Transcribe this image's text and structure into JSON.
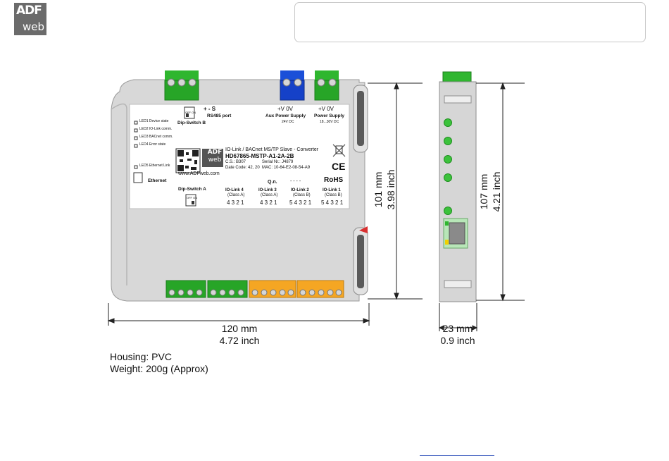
{
  "logo": {
    "top": "ADF",
    "bottom": "web"
  },
  "label": {
    "product_line": "IO-Link / BACnet MS/TP Slave - Converter",
    "model": "HD67865-MSTP-A1-2A-2B",
    "cs": "C.S.: B307",
    "serial": "Serial Nr.: J4879",
    "date_code": "Date Code: 42, 20",
    "mac": "MAC: 10-64-E2-08-54-A9",
    "website": "www.ADFweb.com",
    "ce": "CE",
    "rohs": "RoHS",
    "qn": "Q.n.",
    "qn_dashes": "- - - -",
    "dip_b": "Dip-Switch B",
    "dip_a": "Dip-Switch A",
    "off_on": "OFF ON",
    "rs485_pins": "+  -  S",
    "rs485_label": "RS485 port",
    "aux_pins": "+V  0V",
    "aux_label": "Aux Power Supply",
    "aux_volt": "24V DC",
    "pwr_pins": "+V  0V",
    "pwr_label": "Power Supply",
    "pwr_volt": "18...30V DC",
    "leds": [
      "LED1 Device state",
      "LED2 IO-Link comm.",
      "LED3 BACnet comm.",
      "LED4 Error state"
    ],
    "led5": "LED5 Ethernet Link",
    "ethernet": "Ethernet",
    "io4": "IO-Link 4",
    "io4c": "(Class A)",
    "io4p": "4 3 2 1",
    "io3": "IO-Link 3",
    "io3c": "(Class A)",
    "io3p": "4 3 2 1",
    "io2": "IO-Link 2",
    "io2c": "(Class B)",
    "io2p": "5 4 3 2 1",
    "io1": "IO-Link 1",
    "io1c": "(Class B)",
    "io1p": "5 4 3 2 1"
  },
  "dimensions": {
    "height_mm": "101 mm",
    "height_inch": "3.98  inch",
    "side_height_mm": "107 mm",
    "side_height_inch": "4.21 inch",
    "width_mm": "120 mm",
    "width_inch": "4.72 inch",
    "depth_mm": "23 mm",
    "depth_inch": "0.9 inch"
  },
  "specs": {
    "housing": "Housing: PVC",
    "weight": "Weight: 200g (Approx)"
  },
  "colors": {
    "terminal_green": "#2fb62f",
    "terminal_blue": "#1541c8",
    "terminal_orange": "#f5a623",
    "housing_gray": "#d6d6d6",
    "led_green": "#3cc23c"
  }
}
